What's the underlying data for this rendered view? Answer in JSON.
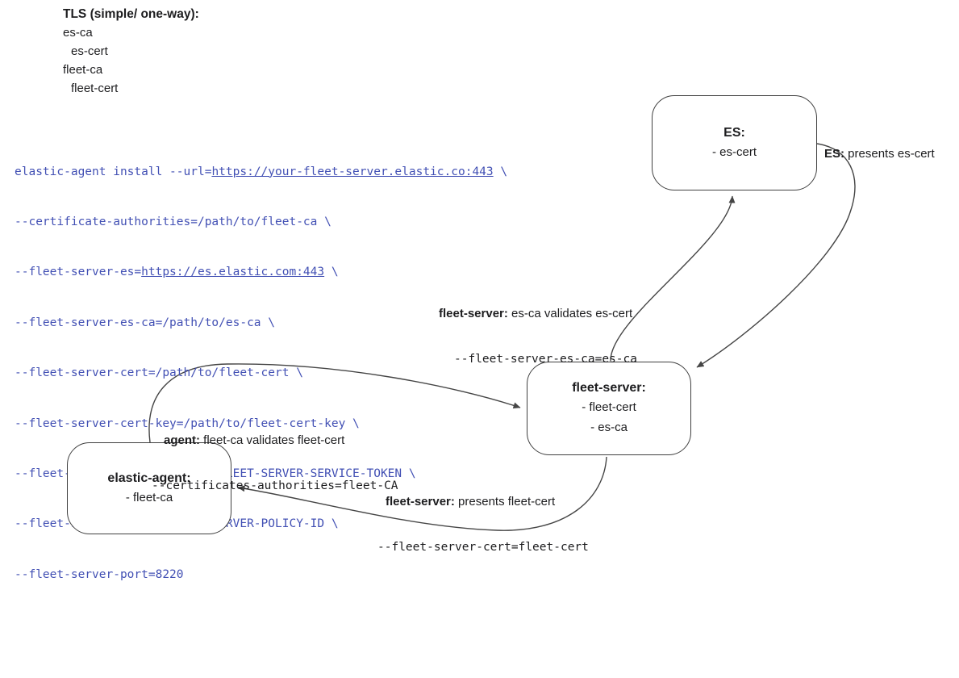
{
  "legend": {
    "title": "TLS (simple/ one-way):",
    "items": [
      "es-ca",
      "es-cert",
      "fleet-ca",
      "fleet-cert"
    ]
  },
  "command": {
    "lines": [
      {
        "pre": "elastic-agent install --url=",
        "link": "https://your-fleet-server.elastic.co:443",
        "post": " \\"
      },
      {
        "pre": "--certificate-authorities=/path/to/fleet-ca \\"
      },
      {
        "pre": "--fleet-server-es=",
        "link": "https://es.elastic.com:443",
        "post": " \\"
      },
      {
        "pre": "--fleet-server-es-ca=/path/to/es-ca \\"
      },
      {
        "pre": "--fleet-server-cert=/path/to/fleet-cert \\"
      },
      {
        "pre": "--fleet-server-cert-key=/path/to/fleet-cert-key \\"
      },
      {
        "pre": "--fleet-server-service-token=FLEET-SERVER-SERVICE-TOKEN \\"
      },
      {
        "pre": "--fleet-server-policy=FLEET-SERVER-POLICY-ID \\"
      },
      {
        "pre": "--fleet-server-port=8220"
      }
    ]
  },
  "nodes": {
    "es": {
      "title": "ES:",
      "items": [
        "- es-cert"
      ]
    },
    "fleet_server": {
      "title": "fleet-server:",
      "items": [
        "- fleet-cert",
        "- es-ca"
      ]
    },
    "elastic_agent": {
      "title": "elastic-agent:",
      "items": [
        "- fleet-ca"
      ]
    }
  },
  "edge_labels": {
    "es_presents": {
      "bold": "ES:",
      "text": " presents es-cert"
    },
    "fleet_validates": {
      "bold": "fleet-server:",
      "text": " es-ca validates es-cert",
      "mono": "--fleet-server-es-ca=es-ca"
    },
    "agent_validates": {
      "bold": "agent:",
      "text": " fleet-ca validates fleet-cert",
      "mono": "--certificates-authorities=fleet-CA"
    },
    "fleet_presents": {
      "bold": "fleet-server:",
      "text": " presents fleet-cert",
      "mono": "--fleet-server-cert=fleet-cert"
    }
  },
  "colors": {
    "command_text": "#4250b4",
    "edge_line": "#454545",
    "node_border": "#404040",
    "text": "#1d1d1f",
    "background": "#ffffff"
  }
}
